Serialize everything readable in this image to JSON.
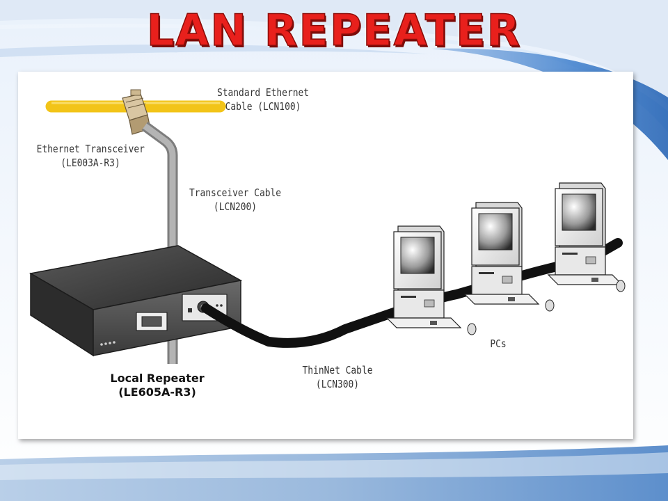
{
  "slide": {
    "title": "LAN REPEATER"
  },
  "diagram": {
    "labels": {
      "standard_ethernet_cable": [
        "Standard Ethernet",
        "Cable (LCN100)"
      ],
      "ethernet_transceiver": [
        "Ethernet Transceiver",
        "(LE003A-R3)"
      ],
      "transceiver_cable": [
        "Transceiver Cable",
        "(LCN200)"
      ],
      "local_repeater": [
        "Local Repeater",
        "(LE605A-R3)"
      ],
      "thinnet_cable": [
        "ThinNet Cable",
        "(LCN300)"
      ],
      "pcs": "PCs"
    },
    "colors": {
      "ethernet_cable": "#f2c418",
      "transceiver_cable": "#9a9a9a",
      "thinnet_cable": "#111111",
      "repeater_body": "#3d3d3d",
      "pc_body": "#e6e6e6",
      "title_red": "#e8201c"
    }
  }
}
